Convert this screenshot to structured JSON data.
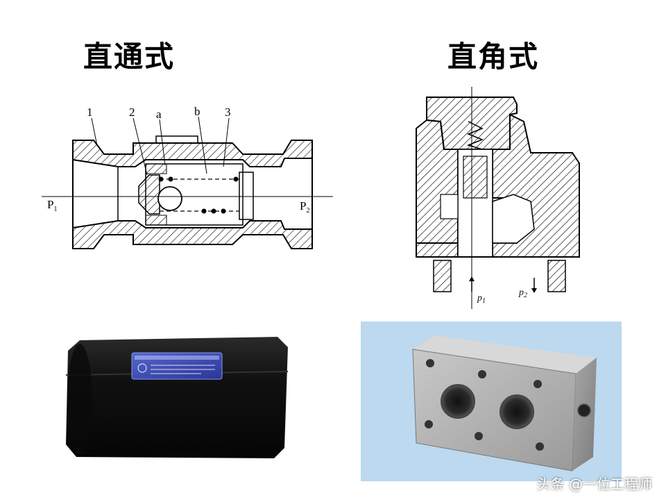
{
  "titles": {
    "left": "直通式",
    "right": "直角式"
  },
  "inline_drawing": {
    "callouts": [
      "1",
      "2",
      "a",
      "b",
      "3"
    ],
    "ports": {
      "inlet": "P",
      "inlet_sub": "1",
      "outlet": "P",
      "outlet_sub": "2"
    }
  },
  "angle_drawing": {
    "ports": {
      "p1": "p",
      "p1_sub": "1",
      "p2": "p",
      "p2_sub": "2"
    }
  },
  "watermark": "头条 @一位工程师"
}
